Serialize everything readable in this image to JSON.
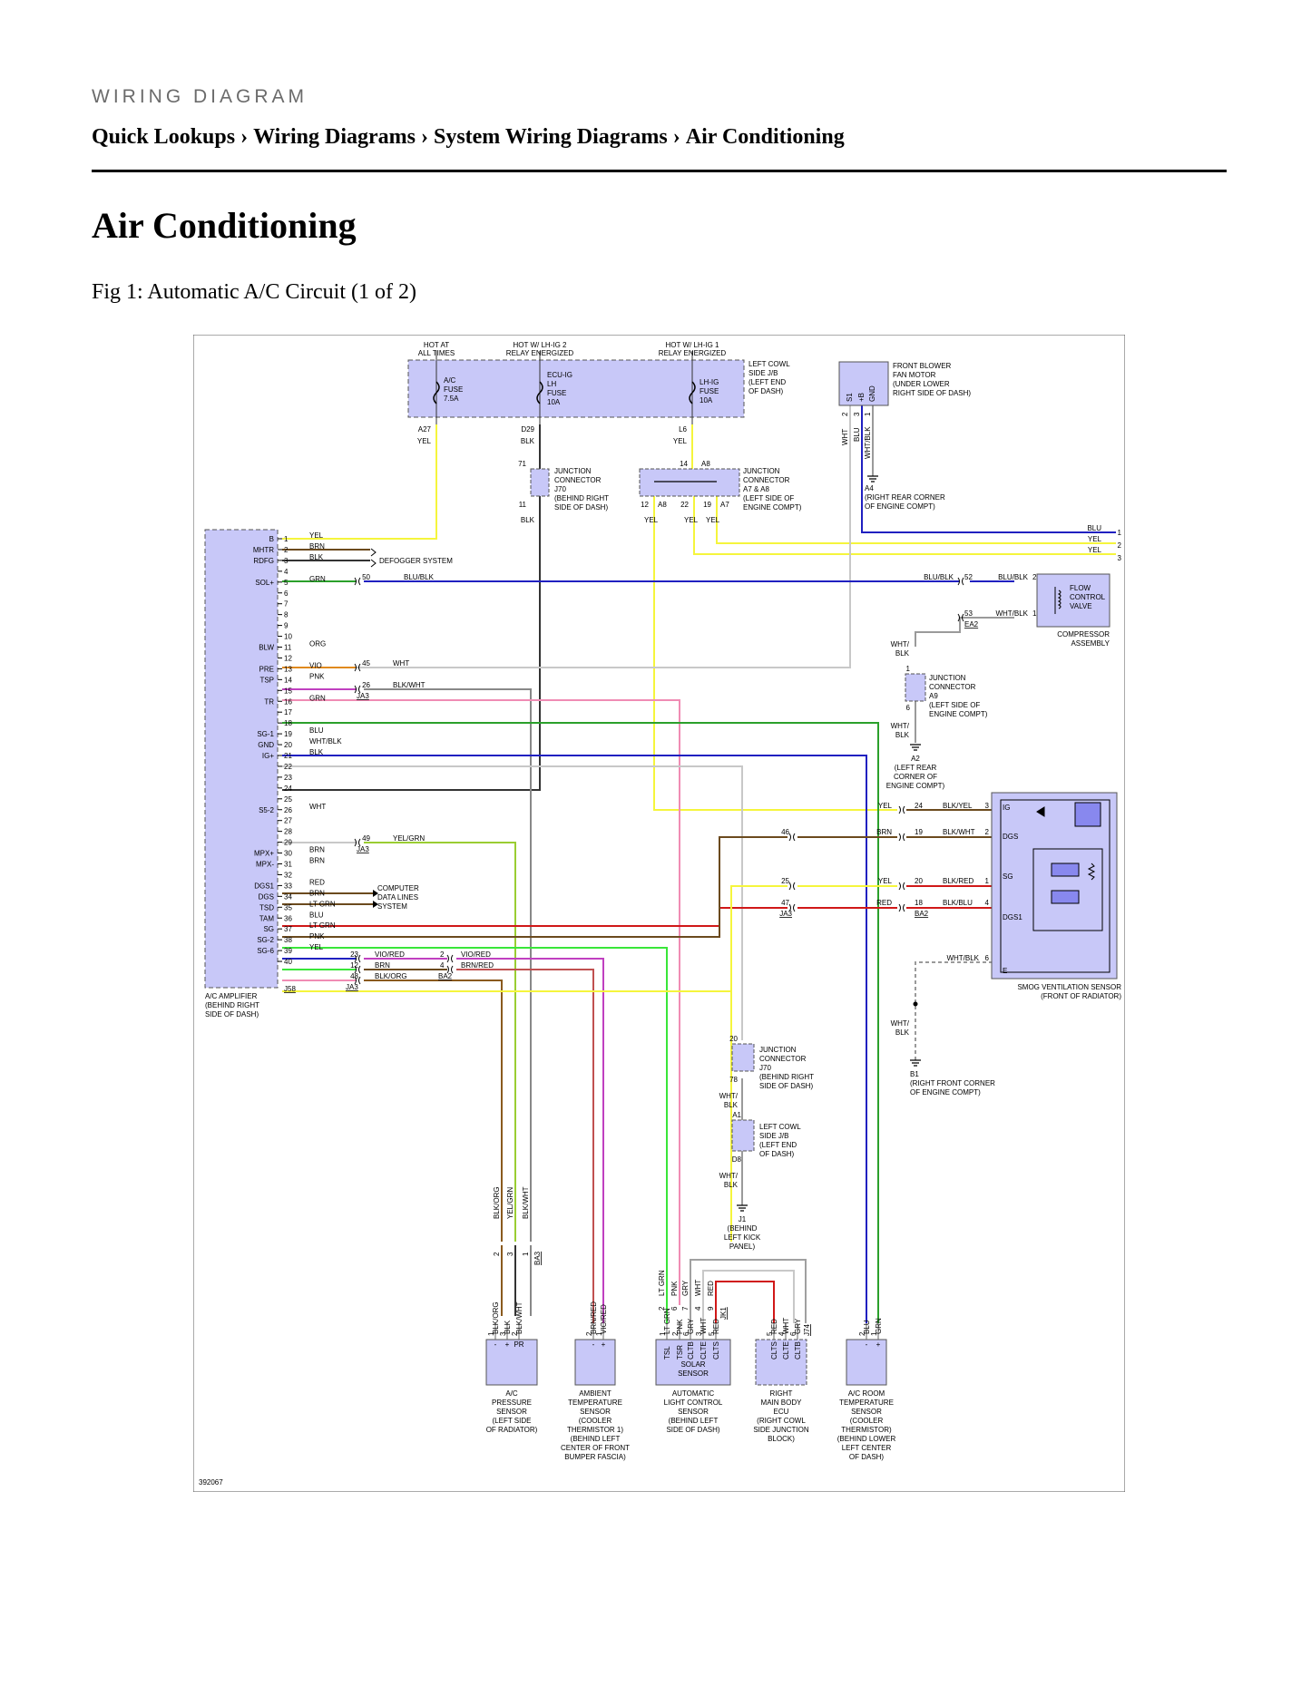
{
  "header": {
    "eyebrow": "WIRING DIAGRAM",
    "breadcrumbs": [
      "Quick Lookups",
      "Wiring Diagrams",
      "System Wiring Diagrams",
      "Air Conditioning"
    ],
    "separator": "›"
  },
  "page": {
    "title": "Air Conditioning",
    "figure_caption": "Fig 1: Automatic A/C Circuit (1 of 2)"
  },
  "diagram": {
    "figure_number": "392067",
    "colors": {
      "fuse_box_fill": "#c8c8f8",
      "YEL": "#f5f53c",
      "BRN": "#6b4a1e",
      "BLK": "#333333",
      "GRN": "#2ba02b",
      "LT_GRN": "#39e639",
      "BLU": "#2020c0",
      "ORG": "#e08a1e",
      "WHT": "#c8c8c8",
      "VIO": "#c040c0",
      "PNK": "#f08cb4",
      "RED": "#d01818",
      "GRY": "#a0a0a0"
    },
    "power_labels": [
      {
        "l1": "HOT AT",
        "l2": "ALL TIMES"
      },
      {
        "l1": "HOT W/ LH-IG 2",
        "l2": "RELAY ENERGIZED"
      },
      {
        "l1": "HOT W/ LH-IG 1",
        "l2": "RELAY ENERGIZED"
      }
    ],
    "fuses": [
      {
        "l1": "A/C",
        "l2": "FUSE",
        "l3": "7.5A",
        "pin": "A27",
        "wire": "YEL"
      },
      {
        "l1": "ECU-IG",
        "l2": "LH",
        "l3": "FUSE",
        "l4": "10A",
        "pin": "D29",
        "wire": "BLK"
      },
      {
        "l1": "LH-IG",
        "l2": "FUSE",
        "l3": "10A",
        "pin": "L6",
        "wire": "YEL"
      }
    ],
    "cowl_jb_label": [
      "LEFT COWL",
      "SIDE J/B",
      "(LEFT END",
      "OF DASH)"
    ],
    "blower_label": [
      "FRONT BLOWER",
      "FAN MOTOR",
      "(UNDER LOWER",
      "RIGHT SIDE OF DASH)"
    ],
    "blower_pins": [
      "2",
      "S1",
      "3",
      "+B",
      "1",
      "GND"
    ],
    "blower_wires": [
      "WHT",
      "BLU",
      "WHT/BLK"
    ],
    "ground_a4": [
      "A4",
      "(RIGHT REAR CORNER",
      "OF ENGINE COMPT)"
    ],
    "jc_j70_top": {
      "pin_in": "71",
      "pin_out": "11",
      "wire": "BLK",
      "label": [
        "JUNCTION",
        "CONNECTOR",
        "J70",
        "(BEHIND RIGHT",
        "SIDE OF DASH)"
      ]
    },
    "jc_a7a8": {
      "pins_top": [
        "14",
        "A8"
      ],
      "pins_bottom": [
        "12",
        "A8",
        "22",
        "19",
        "A7"
      ],
      "wires": [
        "YEL",
        "YEL",
        "YEL"
      ],
      "label": [
        "JUNCTION",
        "CONNECTOR",
        "A7 & A8",
        "(LEFT SIDE OF",
        "ENGINE COMPT)"
      ]
    },
    "right_terminal": [
      {
        "pin": "1",
        "wire": "BLU"
      },
      {
        "pin": "2",
        "wire": "YEL"
      },
      {
        "pin": "3",
        "wire": "YEL"
      }
    ],
    "amplifier": {
      "name_lines": [
        "A/C AMPLIFIER",
        "(BEHIND RIGHT",
        "SIDE OF DASH)"
      ],
      "connector": "J58",
      "pins": [
        {
          "n": "1",
          "sig": "B",
          "wire": "YEL"
        },
        {
          "n": "2",
          "sig": "MHTR",
          "wire": "BRN"
        },
        {
          "n": "3",
          "sig": "RDFG",
          "wire": "BLK"
        },
        {
          "n": "4",
          "sig": "",
          "wire": ""
        },
        {
          "n": "5",
          "sig": "SOL+",
          "wire": "GRN"
        },
        {
          "n": "6",
          "sig": "",
          "wire": ""
        },
        {
          "n": "7",
          "sig": "",
          "wire": ""
        },
        {
          "n": "8",
          "sig": "",
          "wire": ""
        },
        {
          "n": "9",
          "sig": "",
          "wire": ""
        },
        {
          "n": "10",
          "sig": "",
          "wire": ""
        },
        {
          "n": "11",
          "sig": "BLW",
          "wire": "ORG"
        },
        {
          "n": "12",
          "sig": "",
          "wire": ""
        },
        {
          "n": "13",
          "sig": "PRE",
          "wire": "VIO"
        },
        {
          "n": "14",
          "sig": "TSP",
          "wire": "PNK"
        },
        {
          "n": "15",
          "sig": "",
          "wire": ""
        },
        {
          "n": "16",
          "sig": "TR",
          "wire": "GRN"
        },
        {
          "n": "17",
          "sig": "",
          "wire": ""
        },
        {
          "n": "18",
          "sig": "",
          "wire": ""
        },
        {
          "n": "19",
          "sig": "SG-1",
          "wire": "BLU"
        },
        {
          "n": "20",
          "sig": "GND",
          "wire": "WHT/BLK"
        },
        {
          "n": "21",
          "sig": "IG+",
          "wire": "BLK"
        },
        {
          "n": "22",
          "sig": "",
          "wire": ""
        },
        {
          "n": "23",
          "sig": "",
          "wire": ""
        },
        {
          "n": "24",
          "sig": "",
          "wire": ""
        },
        {
          "n": "25",
          "sig": "",
          "wire": ""
        },
        {
          "n": "26",
          "sig": "S5-2",
          "wire": "WHT"
        },
        {
          "n": "27",
          "sig": "",
          "wire": ""
        },
        {
          "n": "28",
          "sig": "",
          "wire": ""
        },
        {
          "n": "29",
          "sig": "",
          "wire": ""
        },
        {
          "n": "30",
          "sig": "MPX+",
          "wire": "BRN"
        },
        {
          "n": "31",
          "sig": "MPX-",
          "wire": "BRN"
        },
        {
          "n": "32",
          "sig": "",
          "wire": ""
        },
        {
          "n": "33",
          "sig": "DGS1",
          "wire": "RED"
        },
        {
          "n": "34",
          "sig": "DGS",
          "wire": "BRN"
        },
        {
          "n": "35",
          "sig": "TSD",
          "wire": "LT GRN"
        },
        {
          "n": "36",
          "sig": "TAM",
          "wire": "BLU"
        },
        {
          "n": "37",
          "sig": "SG",
          "wire": "LT GRN"
        },
        {
          "n": "38",
          "sig": "SG-2",
          "wire": "PNK"
        },
        {
          "n": "39",
          "sig": "SG-6",
          "wire": "YEL"
        },
        {
          "n": "40",
          "sig": "",
          "wire": ""
        }
      ]
    },
    "splice_texts": {
      "defogger": "DEFOGGER SYSTEM",
      "computer": [
        "COMPUTER",
        "DATA LINES",
        "SYSTEM"
      ],
      "c50": "50",
      "c50_wire": "BLU/BLK",
      "c45": "45",
      "c45_wire": "WHT",
      "c26": "26",
      "c26_wire": "BLK/WHT",
      "c26_conn": "JA3",
      "c49": "49",
      "c49_wire": "YEL/GRN",
      "c49_conn": "JA3",
      "c23": "23",
      "c23_wire": "VIO/RED",
      "c12": "12",
      "c12_wire": "BRN",
      "c48": "48",
      "c48_wire": "BLK/ORG",
      "c48_conn": "JA3",
      "ba2_2": "2",
      "ba2_2_wire": "VIO/RED",
      "ba2_4": "4",
      "ba2_4_wire": "BRN/RED",
      "ba2_conn": "BA2"
    },
    "compressor": {
      "pins": [
        "52",
        "53",
        "2",
        "1"
      ],
      "wires": [
        "BLU/BLK",
        "BLU/BLK",
        "WHT/BLK"
      ],
      "conn": "EA2",
      "valve": [
        "FLOW",
        "CONTROL",
        "VALVE"
      ],
      "label": [
        "COMPRESSOR",
        "ASSEMBLY"
      ]
    },
    "jc_a9": {
      "wire_in": "WHT/",
      "wire_in2": "BLK",
      "pin_top": "1",
      "pin_bottom": "6",
      "wire_out": "WHT/",
      "wire_out2": "BLK",
      "label": [
        "JUNCTION",
        "CONNECTOR",
        "A9",
        "(LEFT SIDE OF",
        "ENGINE COMPT)"
      ]
    },
    "ground_a2": [
      "A2",
      "(LEFT REAR",
      "CORNER OF",
      "ENGINE COMPT)"
    ],
    "smog": {
      "rows": [
        {
          "left_wire": "YEL",
          "pin": "24",
          "right_wire": "BLK/YEL",
          "spin": "3",
          "sig": "IG"
        },
        {
          "left_wire": "BRN",
          "pin": "19",
          "right_wire": "BLK/WHT",
          "spin": "2",
          "sig": "DGS"
        },
        {
          "left_wire": "YEL",
          "pin": "20",
          "right_wire": "BLK/RED",
          "spin": "1",
          "sig": "SG"
        },
        {
          "left_wire": "RED",
          "pin": "18",
          "right_wire": "BLK/BLU",
          "spin": "4",
          "sig": "DGS1"
        }
      ],
      "splice46": "46",
      "splice25": "25",
      "splice47": "47",
      "conn_ja3": "JA3",
      "conn_ba2": "BA2",
      "e_wire": "WHT/BLK",
      "e_pin": "6",
      "e_sig": "E",
      "label": [
        "SMOG VENTILATION SENSOR",
        "(FRONT OF RADIATOR)"
      ]
    },
    "ground_b1": {
      "wire1": "WHT/",
      "wire2": "BLK",
      "lines": [
        "B1",
        "(RIGHT FRONT CORNER",
        "OF ENGINE COMPT)"
      ]
    },
    "jc_j70_bottom": {
      "pin_top": "20",
      "pin_bottom": "78",
      "label": [
        "JUNCTION",
        "CONNECTOR",
        "J70",
        "(BEHIND RIGHT",
        "SIDE OF DASH)"
      ]
    },
    "cowl_jb_bottom": {
      "wire_in": "WHT/",
      "wire_in2": "BLK",
      "pin_top": "A1",
      "pin_bottom": "D8",
      "label": [
        "LEFT COWL",
        "SIDE J/B",
        "(LEFT END",
        "OF DASH)"
      ]
    },
    "ground_j1": {
      "wire1": "WHT/",
      "wire2": "BLK",
      "lines": [
        "J1",
        "(BEHIND",
        "LEFT KICK",
        "PANEL)"
      ]
    },
    "vert_wires": [
      "BLK/ORG",
      "YEL/GRN",
      "BLK/WHT"
    ],
    "vert_pins": [
      "2",
      "3",
      "1",
      "BA3"
    ],
    "bottom_components": [
      {
        "name": [
          "A/C",
          "PRESSURE",
          "SENSOR",
          "(LEFT SIDE",
          "OF RADIATOR)"
        ],
        "pins": [
          "1",
          "3",
          "2"
        ],
        "wires": [
          "BLK/ORG",
          "BLK",
          "BLK/WHT"
        ],
        "sym": [
          "-",
          "+",
          "PR"
        ]
      },
      {
        "name": [
          "AMBIENT",
          "TEMPERATURE",
          "SENSOR",
          "(COOLER",
          "THERMISTOR 1)",
          "(BEHIND LEFT",
          "CENTER OF FRONT",
          "BUMPER FASCIA)"
        ],
        "pins": [
          "2",
          "1"
        ],
        "wires": [
          "BRN/RED",
          "VIO/RED"
        ],
        "sym": [
          "-",
          "+"
        ]
      },
      {
        "name": [
          "AUTOMATIC",
          "LIGHT CONTROL",
          "SENSOR",
          "(BEHIND LEFT",
          "SIDE OF DASH)"
        ],
        "box": [
          "SOLAR",
          "SENSOR"
        ],
        "pins": [
          "1",
          "2",
          "6",
          "3",
          "5"
        ],
        "wires": [
          "LT GRN",
          "PNK",
          "GRY",
          "WHT",
          "RED"
        ],
        "sig": [
          "TSL",
          "TSR",
          "CLTB",
          "CLTE",
          "CLTS"
        ]
      },
      {
        "name": [
          "RIGHT",
          "MAIN BODY",
          "ECU",
          "(RIGHT COWL",
          "SIDE JUNCTION",
          "BLOCK)"
        ],
        "pins": [
          "5",
          "4",
          "6",
          "J74"
        ],
        "wires": [
          "RED",
          "WHT",
          "GRY"
        ],
        "sig": [
          "CLTS",
          "CLTE",
          "CLTB"
        ]
      },
      {
        "name": [
          "A/C ROOM",
          "TEMPERATURE",
          "SENSOR",
          "(COOLER",
          "THERMISTOR)",
          "(BEHIND LOWER",
          "LEFT CENTER",
          "OF DASH)"
        ],
        "pins": [
          "2",
          "1"
        ],
        "wires": [
          "BLU",
          "GRN"
        ],
        "sym": [
          "-",
          "+"
        ]
      }
    ],
    "upper_vert_wires": [
      "LT GRN",
      "PNK",
      "GRY",
      "WHT",
      "RED"
    ],
    "upper_vert_pins": [
      "2",
      "6",
      "7",
      "4",
      "9",
      "JK1"
    ]
  }
}
